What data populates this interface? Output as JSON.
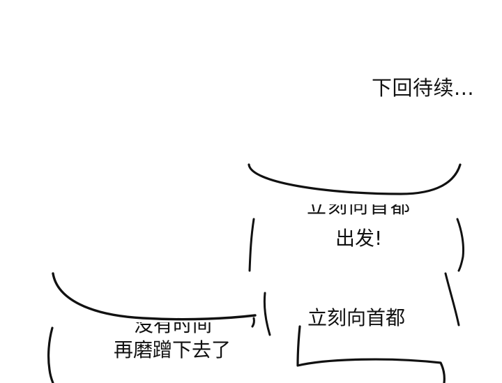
{
  "caption": {
    "to_be_continued": "下回待续..."
  },
  "speech_bubbles": {
    "upper_right": {
      "hidden_line": "立刻向首都",
      "line": "出发!"
    },
    "lower_right": {
      "line": "立刻向首都"
    },
    "lower_left": {
      "hidden_line": "没有时间",
      "line": "再磨蹭下去了"
    }
  },
  "colors": {
    "ink": "#111111",
    "paper": "#ffffff"
  }
}
